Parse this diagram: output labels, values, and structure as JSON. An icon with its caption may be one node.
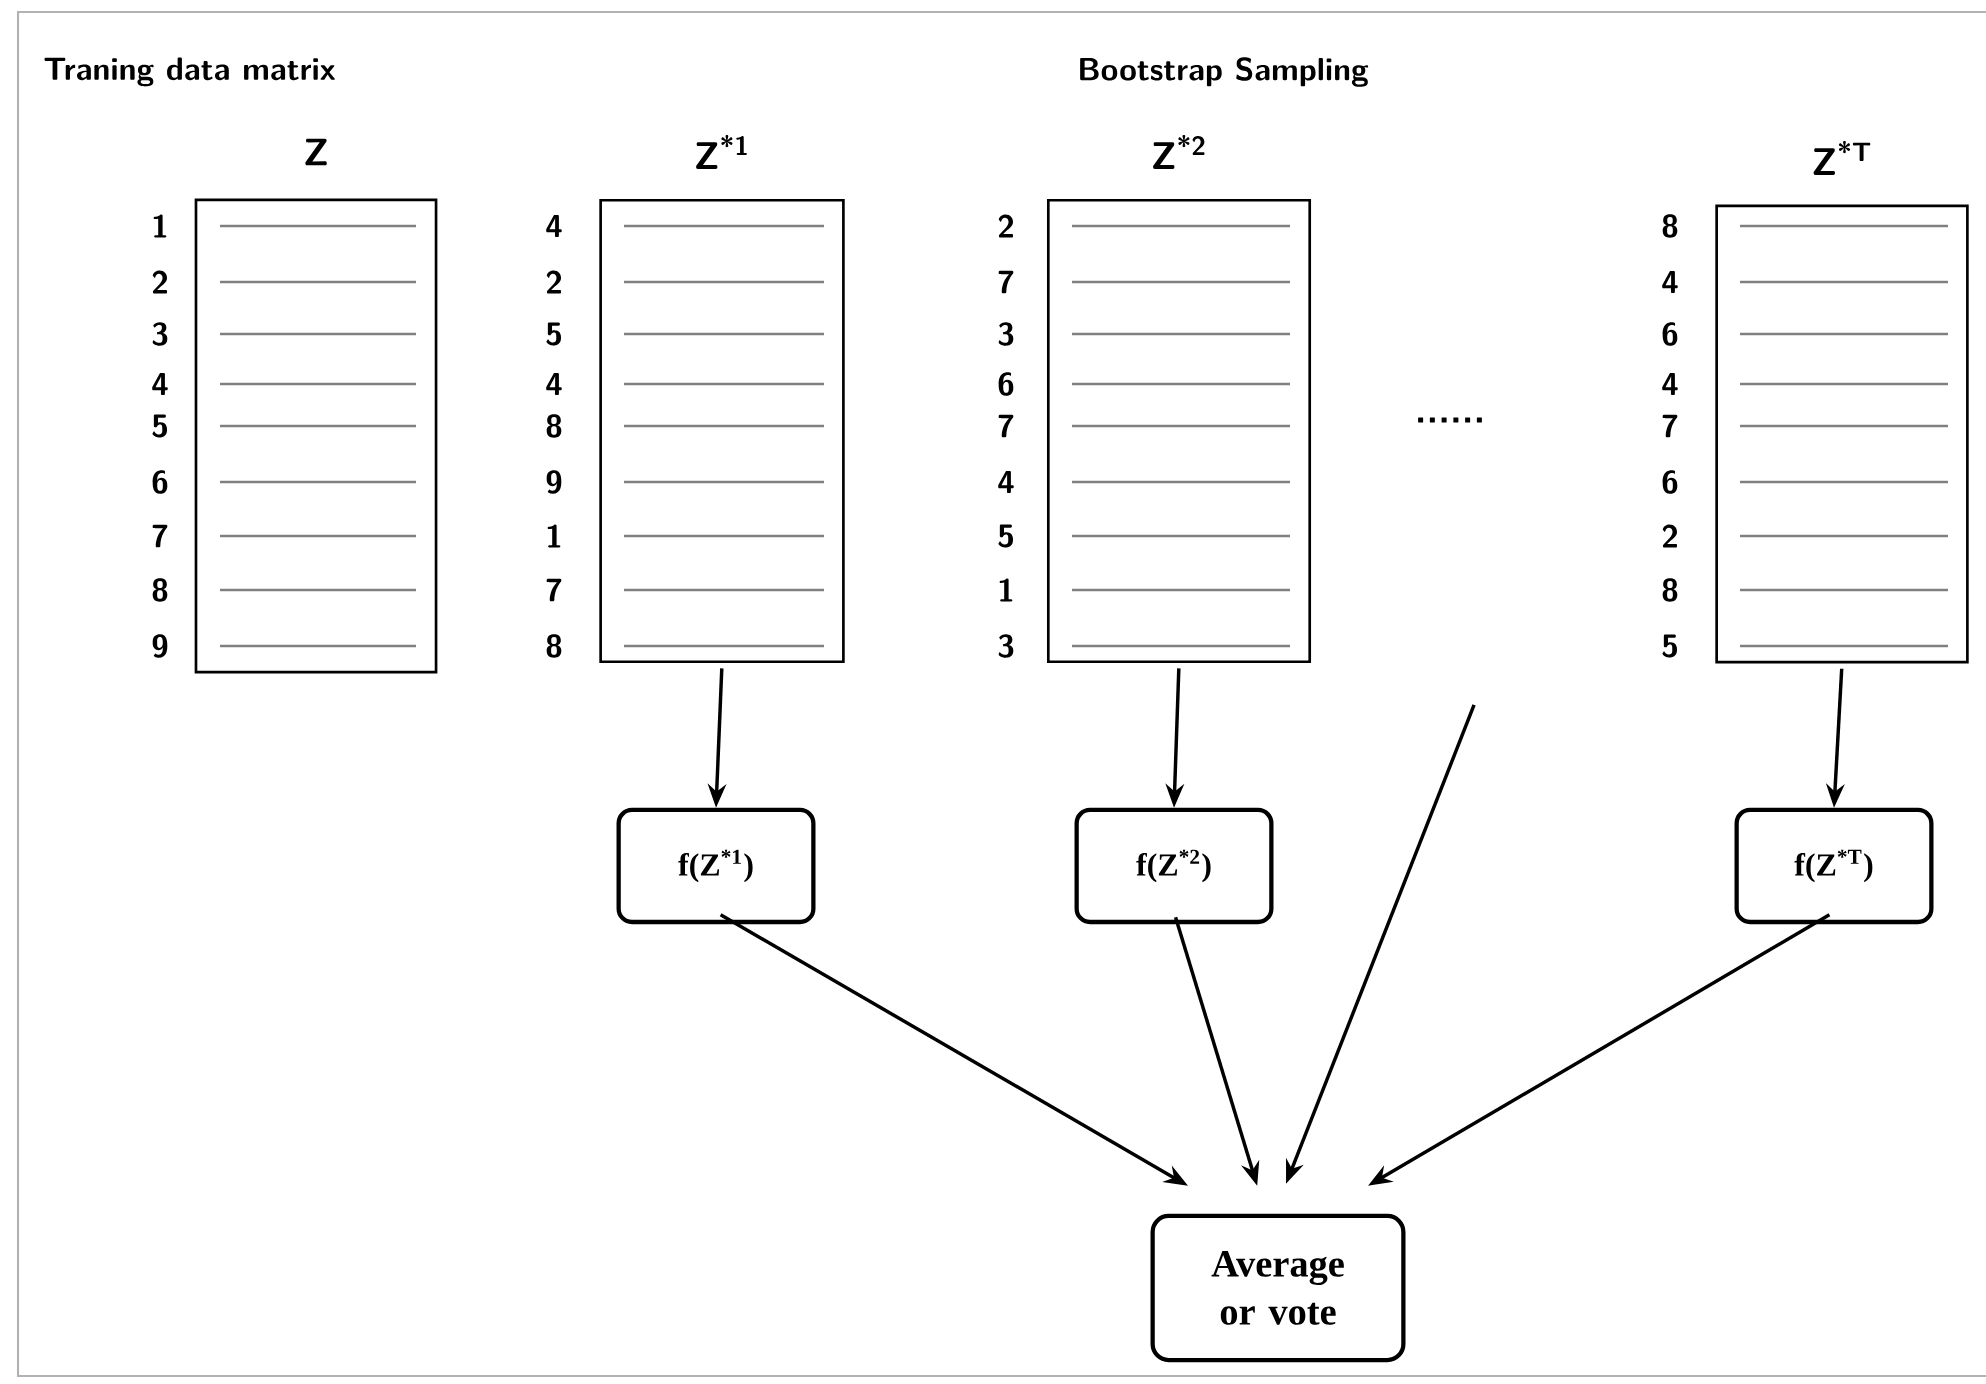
{
  "diagram": {
    "nodes": [
      {
        "text": [
          "Z"
        ],
        "beside": [
          "1",
          "2",
          "3",
          "4",
          "5",
          "6",
          "7",
          "8",
          "9"
        ]
      },
      {
        "text": [
          "Z$^{*1}$"
        ],
        "beside": [
          "4",
          "2",
          "5",
          "4",
          "8",
          "9",
          "1",
          "7",
          "8"
        ]
      },
      {
        "text": [
          "Z$^{*2}$"
        ],
        "beside": [
          "2",
          "7",
          "3",
          "6",
          "7",
          "4",
          "5",
          "1",
          "3"
        ]
      },
      {
        "text": [
          "Z$^{*T}$"
        ],
        "beside": [
          "8",
          "4",
          "6",
          "4",
          "7",
          "6",
          "2",
          "8",
          "5"
        ]
      },
      {
        "text": [
          "f(Z$^{*1}$)"
        ]
      },
      {
        "text": [
          "f(Z$^{*2}$)"
        ]
      },
      {
        "text": [
          "f(Z$^{*T}$)"
        ]
      },
      {
        "text": [
          "Average or vote"
        ]
      }
    ],
    "edges": [
      {
        "from": 1,
        "to": 4,
        "arrow": "to"
      },
      {
        "from": 2,
        "to": 5,
        "arrow": "to"
      },
      {
        "from": 3,
        "to": 6,
        "arrow": "to"
      },
      {
        "from": 4,
        "to": 7,
        "arrow": "to"
      },
      {
        "from": 5,
        "to": 7,
        "arrow": "to"
      },
      {
        "from": null,
        "to": 7,
        "arrow": "to"
      },
      {
        "from": 6,
        "to": 7,
        "arrow": "to"
      }
    ],
    "labels": [
      "Traning data matrix",
      "Bootstrap Sampling",
      "......"
    ]
  }
}
